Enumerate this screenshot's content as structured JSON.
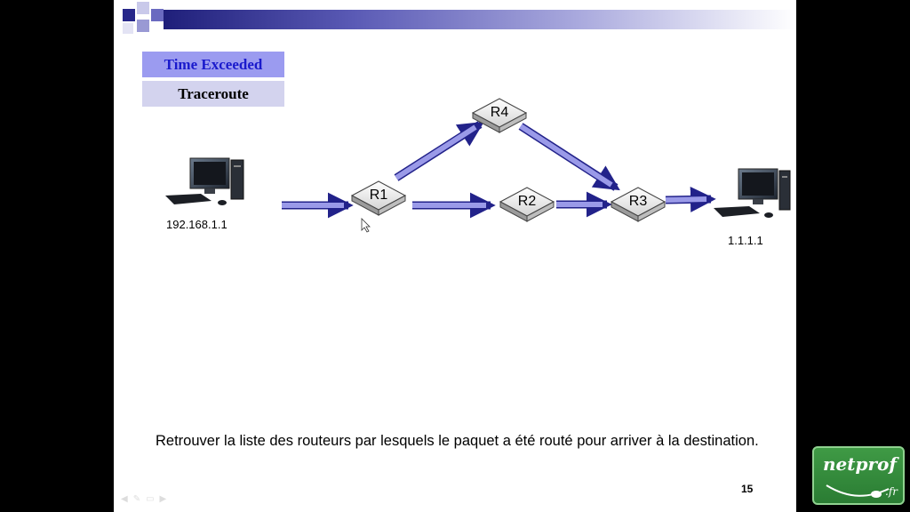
{
  "slide": {
    "title_boxes": [
      "Time Exceeded",
      "Traceroute"
    ],
    "source_ip": "192.168.1.1",
    "destination_ip": "1.1.1.1",
    "routers": [
      "R1",
      "R2",
      "R3",
      "R4"
    ],
    "caption": "Retrouver la liste des routeurs par lesquels le paquet a été routé pour arriver à la destination.",
    "page_number": "15"
  },
  "logo": {
    "text": "netprof",
    "suffix": ".fr"
  },
  "colors": {
    "arrow": "#9a9ae8",
    "title_accent": "#1a1acc",
    "title_bg": "#9b9bf0",
    "logo_green": "#3f9a45"
  }
}
